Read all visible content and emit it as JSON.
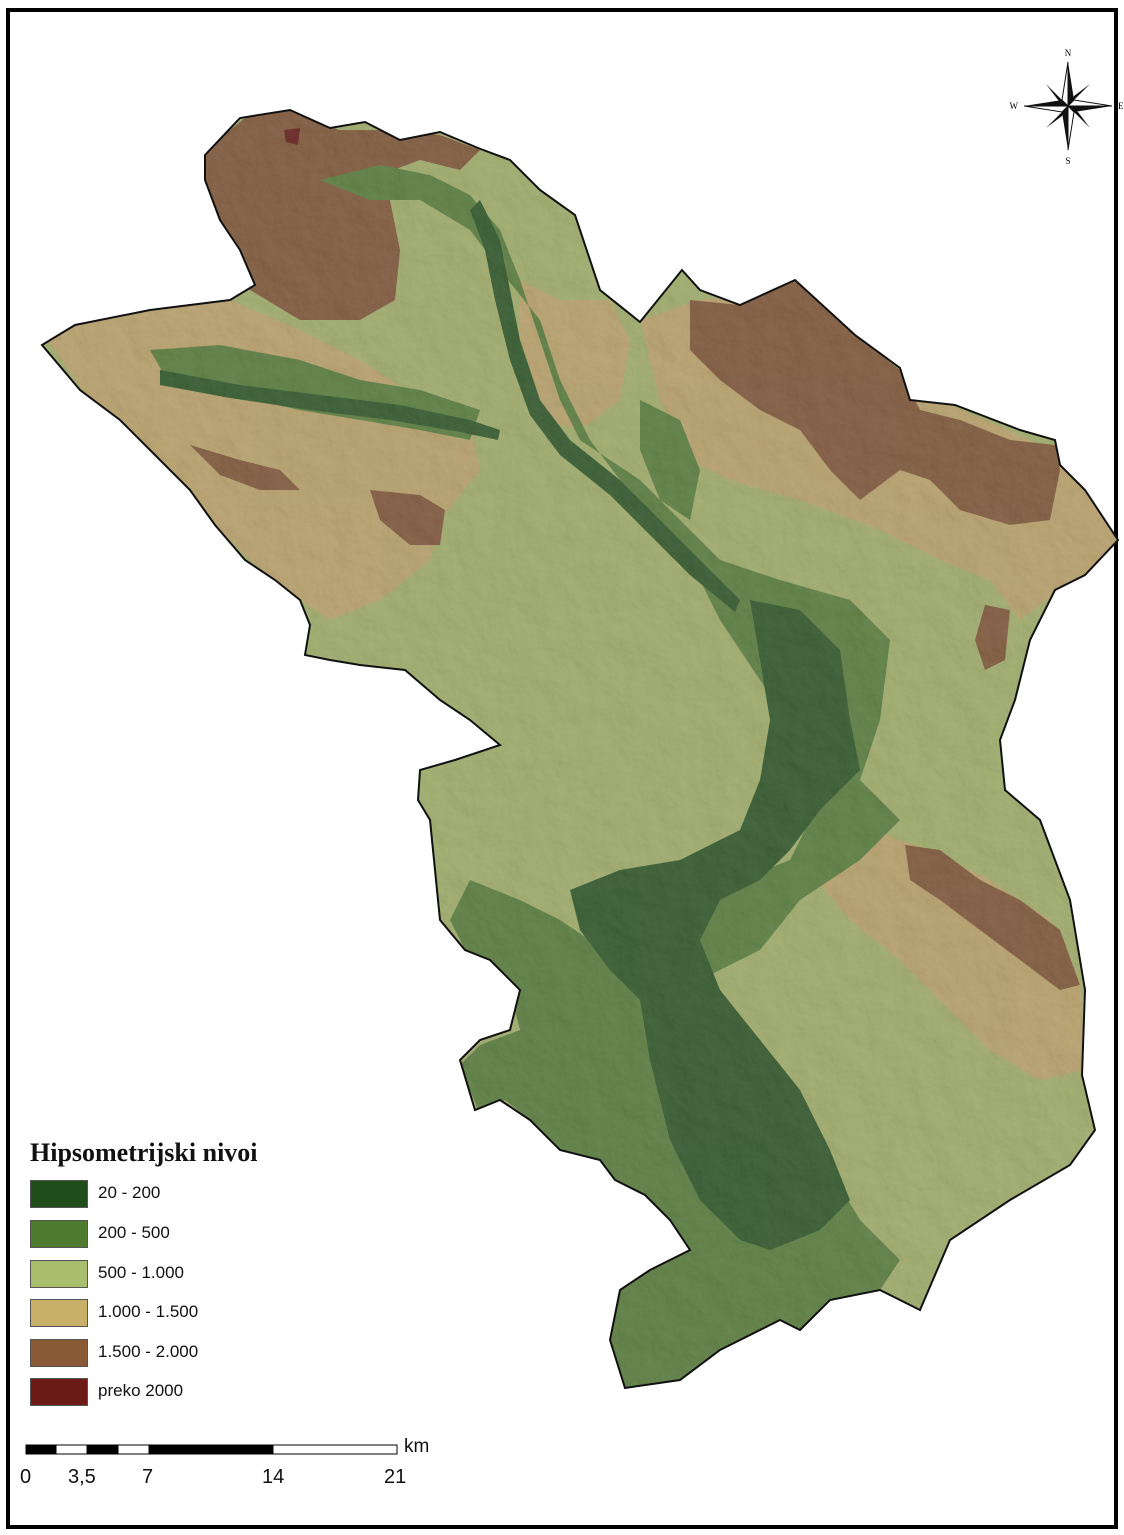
{
  "legend": {
    "title": "Hipsometrijski nivoi",
    "items": [
      {
        "label": "20 - 200",
        "color": "#1f4e1a"
      },
      {
        "label": "200 - 500",
        "color": "#4e7a2f"
      },
      {
        "label": "500 - 1.000",
        "color": "#a9be6c"
      },
      {
        "label": "1.000 - 1.500",
        "color": "#c9b068"
      },
      {
        "label": "1.500 - 2.000",
        "color": "#8a5a36"
      },
      {
        "label": "preko 2000",
        "color": "#6b1a15"
      }
    ]
  },
  "compass": {
    "north": "N",
    "south": "S",
    "east": "E",
    "west": "W"
  },
  "scale_bar": {
    "unit": "km",
    "ticks": [
      "0",
      "3,5",
      "7",
      "14",
      "21"
    ]
  },
  "elevation_colors": {
    "valley_floor": "#2f5d26",
    "low_slopes": "#5f8a3e",
    "mid_plateau": "#b3c273",
    "high_slopes": "#d0b574",
    "mountains": "#8d5d3a",
    "peaks": "#6b1a15"
  }
}
